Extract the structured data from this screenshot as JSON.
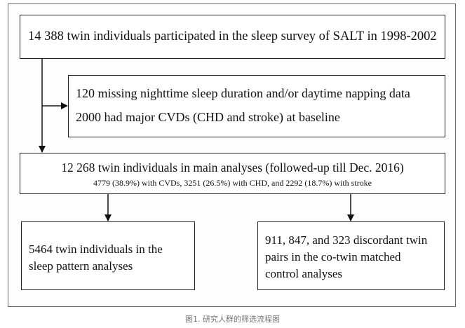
{
  "diagram": {
    "box_participants": {
      "text": "14 388 twin individuals participated in the sleep survey of SALT in 1998-2002"
    },
    "box_exclusions": {
      "line1": "120 missing nighttime sleep duration and/or daytime napping data",
      "line2": "2000 had major CVDs (CHD and stroke) at baseline"
    },
    "box_main_analyses": {
      "line1": "12 268 twin individuals in main analyses (followed-up till Dec. 2016)",
      "line2": "4779 (38.9%) with CVDs, 3251 (26.5%) with CHD, and 2292 (18.7%) with stroke"
    },
    "box_sleep_pattern": {
      "line1": "5464 twin individuals in the",
      "line2": "sleep pattern analyses"
    },
    "box_cotwin": {
      "line1": "911, 847, and 323 discordant twin",
      "line2": "pairs in the co-twin matched",
      "line3": "control analyses"
    }
  },
  "caption": "图1. 研究人群的筛选流程图",
  "colors": {
    "line": "#111111",
    "caption": "#777777"
  }
}
